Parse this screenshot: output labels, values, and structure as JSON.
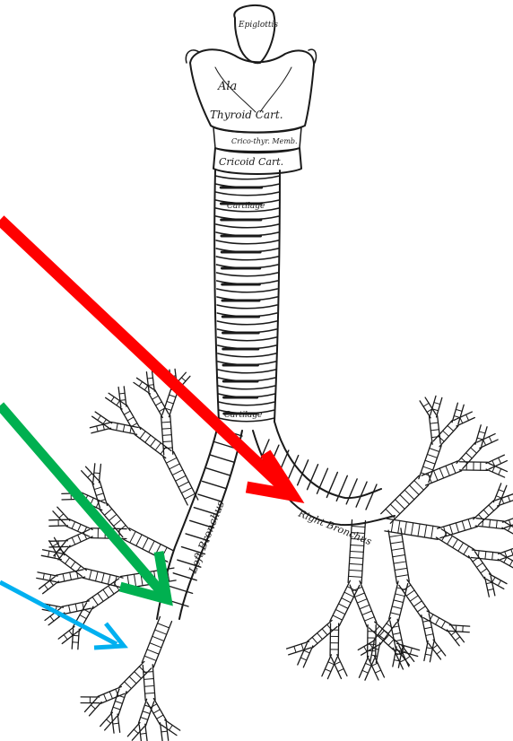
{
  "labels": {
    "epiglottis": "Epiglottis",
    "ala": "Ala",
    "thyroid_cart": "Thyroid Cart.",
    "cricothyroid_membrane": "Crico-thyr. Memb.",
    "cricoid_cart": "Cricoid Cart.",
    "cartilage_upper": "Cartilage",
    "cartilage_lower": "Cartilage",
    "left_bronchus": "Left Bronchus",
    "right_bronchus": "Right Bronchus"
  },
  "arrows": [
    {
      "name": "red-arrow",
      "color": "#ff0000"
    },
    {
      "name": "green-arrow",
      "color": "#00b050"
    },
    {
      "name": "blue-arrow",
      "color": "#00b0f0"
    }
  ]
}
